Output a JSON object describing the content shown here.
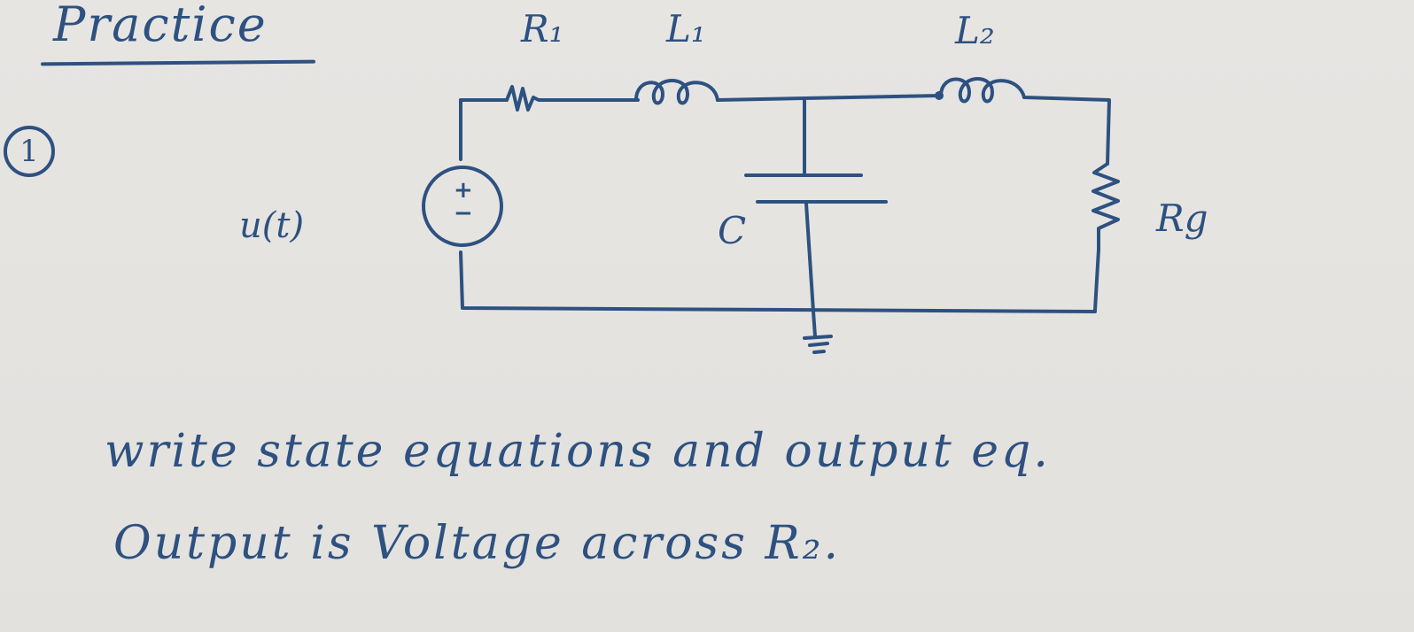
{
  "heading": {
    "title": "Practice",
    "number": "1"
  },
  "labels": {
    "r1": "R₁",
    "l1": "L₁",
    "l2": "L₂",
    "capacitor": "C",
    "load": "Rg",
    "source": "u(t)",
    "plus": "+",
    "minus": "−"
  },
  "instructions": {
    "line1": "write state equations and output eq.",
    "line2": "Output is Voltage across R₂."
  },
  "colors": {
    "ink": "#2d5180",
    "paper": "#e5e3e0"
  },
  "icons": {
    "source": "voltage-source-icon",
    "ground": "ground-icon",
    "resistor": "resistor-icon",
    "inductor": "inductor-icon",
    "capacitor": "capacitor-icon"
  }
}
